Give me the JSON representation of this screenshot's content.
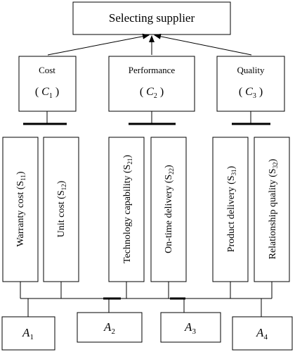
{
  "goal": {
    "label": "Selecting supplier"
  },
  "criteria": [
    {
      "name": "Cost",
      "symbol": "C",
      "index": "1"
    },
    {
      "name": "Performance",
      "symbol": "C",
      "index": "2"
    },
    {
      "name": "Quality",
      "symbol": "C",
      "index": "3"
    }
  ],
  "subcriteria": [
    {
      "label": "Warranty cost (S",
      "index": "11",
      "close": ")"
    },
    {
      "label": "Unit cost (S",
      "index": "12",
      "close": ")"
    },
    {
      "label": "Technology capability (S",
      "index": "21",
      "close": ")"
    },
    {
      "label": "On-time delivery (S",
      "index": "22",
      "close": ")"
    },
    {
      "label": "Product delivery (S",
      "index": "31",
      "close": ")"
    },
    {
      "label": "Relationship quality (S",
      "index": "32",
      "close": ")"
    }
  ],
  "alternatives": [
    {
      "symbol": "A",
      "index": "1"
    },
    {
      "symbol": "A",
      "index": "2"
    },
    {
      "symbol": "A",
      "index": "3"
    },
    {
      "symbol": "A",
      "index": "4"
    }
  ]
}
